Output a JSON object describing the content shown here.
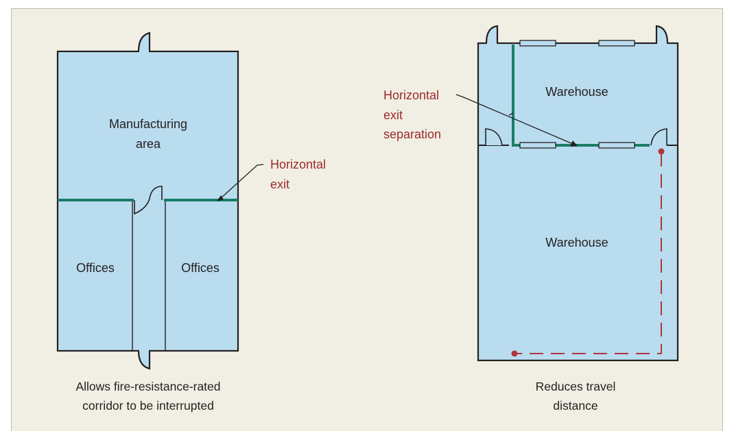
{
  "left_diagram": {
    "rooms": {
      "manufacturing": [
        "Manufacturing",
        "area"
      ],
      "offices_left": "Offices",
      "offices_right": "Offices"
    },
    "callout": [
      "Horizontal",
      "exit"
    ],
    "caption": [
      "Allows fire-resistance-rated",
      "corridor to be interrupted"
    ]
  },
  "right_diagram": {
    "rooms": {
      "warehouse_top": "Warehouse",
      "warehouse_bottom": "Warehouse"
    },
    "callout": [
      "Horizontal",
      "exit",
      "separation"
    ],
    "caption": [
      "Reduces travel",
      "distance"
    ]
  },
  "colors": {
    "background": "#f1efe3",
    "room_fill": "#b9dcef",
    "wall": "#231f20",
    "exit_wall": "#1b7d68",
    "callout_text": "#9b2a2f",
    "travel_path": "#b0353b"
  }
}
